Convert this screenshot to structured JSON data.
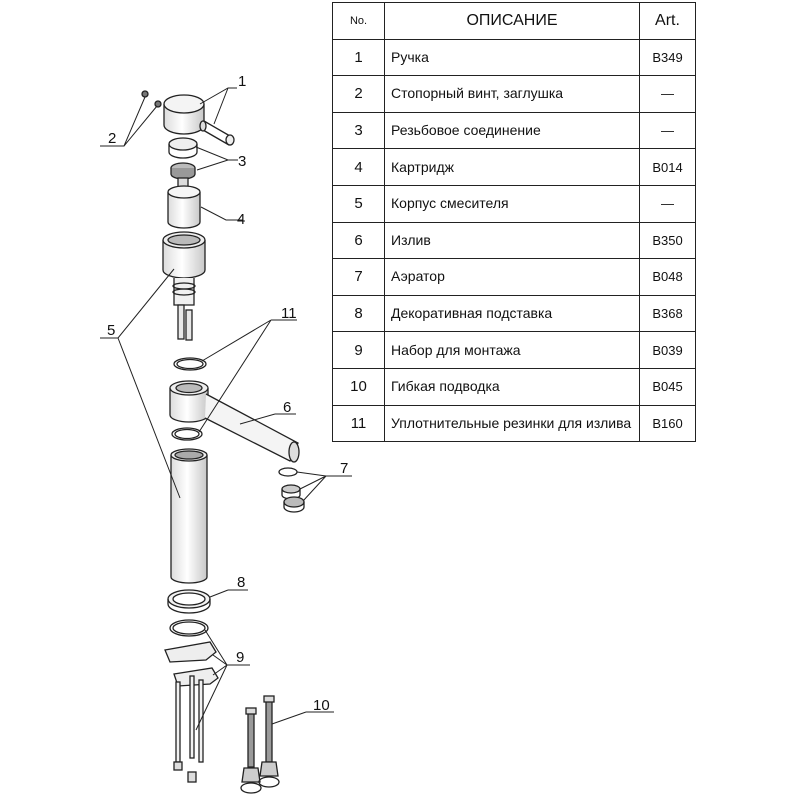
{
  "table": {
    "headers": {
      "no": "No.",
      "description": "ОПИСАНИЕ",
      "art": "Art."
    },
    "rows": [
      {
        "no": "1",
        "description": "Ручка",
        "art": "B349"
      },
      {
        "no": "2",
        "description": "Стопорный винт, заглушка",
        "art": "—"
      },
      {
        "no": "3",
        "description": "Резьбовое соединение",
        "art": "—"
      },
      {
        "no": "4",
        "description": "Картридж",
        "art": "B014"
      },
      {
        "no": "5",
        "description": "Корпус смесителя",
        "art": "—"
      },
      {
        "no": "6",
        "description": "Излив",
        "art": "B350"
      },
      {
        "no": "7",
        "description": "Аэратор",
        "art": "B048"
      },
      {
        "no": "8",
        "description": "Декоративная подставка",
        "art": "B368"
      },
      {
        "no": "9",
        "description": "Набор для монтажа",
        "art": "B039"
      },
      {
        "no": "10",
        "description": "Гибкая подводка",
        "art": "B045"
      },
      {
        "no": "11",
        "description": "Уплотнительные резинки для излива",
        "art": "B160"
      }
    ]
  },
  "callouts": [
    "1",
    "2",
    "3",
    "4",
    "5",
    "6",
    "7",
    "8",
    "9",
    "10",
    "11"
  ],
  "colors": {
    "line": "#222222",
    "fill_light": "#f2f2f2",
    "fill_mid": "#dcdcdc",
    "fill_dark": "#9a9a9a"
  }
}
